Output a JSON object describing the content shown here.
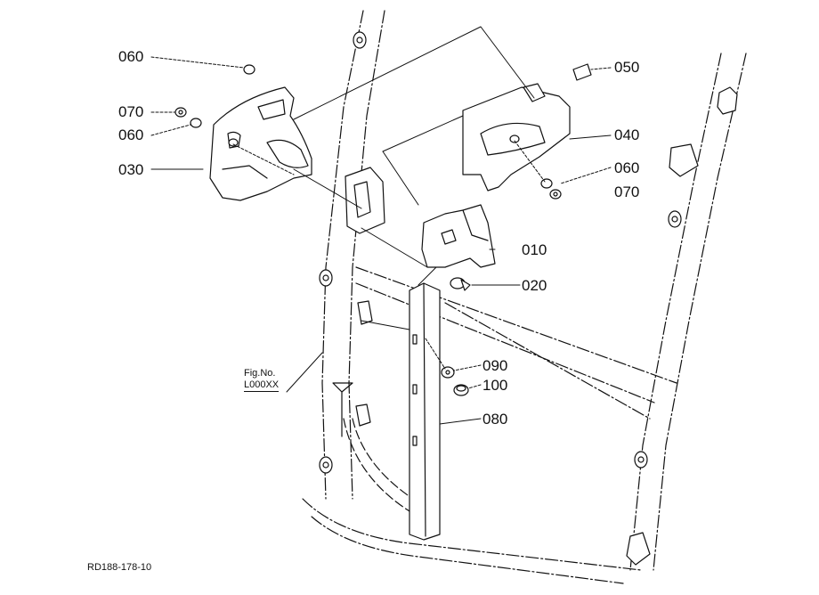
{
  "labels": {
    "p010": "010",
    "p020": "020",
    "p030": "030",
    "p040": "040",
    "p050": "050",
    "p060a": "060",
    "p060b": "060",
    "p060c": "060",
    "p070a": "070",
    "p070b": "070",
    "p080": "080",
    "p090": "090",
    "p100": "100"
  },
  "fig": {
    "line1": "Fig.No.",
    "line2": "L000XX"
  },
  "drawing_code": "RD188-178-10",
  "colors": {
    "ink": "#111111",
    "paper": "#ffffff"
  }
}
